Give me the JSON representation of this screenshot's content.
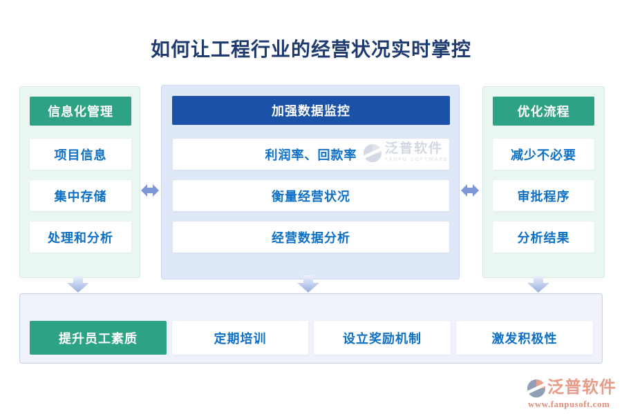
{
  "title": "如何让工程行业的经营状况实时掌控",
  "panels": [
    {
      "header": "信息化管理",
      "items": [
        "项目信息",
        "集中存储",
        "处理和分析"
      ]
    },
    {
      "header": "加强数据监控",
      "items": [
        "利润率、回款率",
        "衡量经营状况",
        "经营数据分析"
      ]
    },
    {
      "header": "优化流程",
      "items": [
        "减少不必要",
        "审批程序",
        "分析结果"
      ]
    }
  ],
  "bottom_panel": {
    "header": "提升员工素质",
    "items": [
      "定期培训",
      "设立奖励机制",
      "激发积极性"
    ]
  },
  "watermark": {
    "brand": "泛普软件",
    "brand_en": "FANPU SOFTWARE"
  },
  "footer": {
    "brand": "泛普软件",
    "website": "www.fanpusoft.com"
  },
  "colors": {
    "title_text": "#1e3a6e",
    "green_accent": "#2ea285",
    "blue_header": "#1c51a8",
    "item_text": "#0d6fc6",
    "green_panel_bg": "#eaf6f0",
    "blue_panel_bg": "#dfe8f7",
    "bottom_panel_bg": "#eff2fa",
    "arrow": "#7d99d5",
    "logo_salmon": "#e89b86",
    "logo_gray": "#8fa0b6"
  }
}
